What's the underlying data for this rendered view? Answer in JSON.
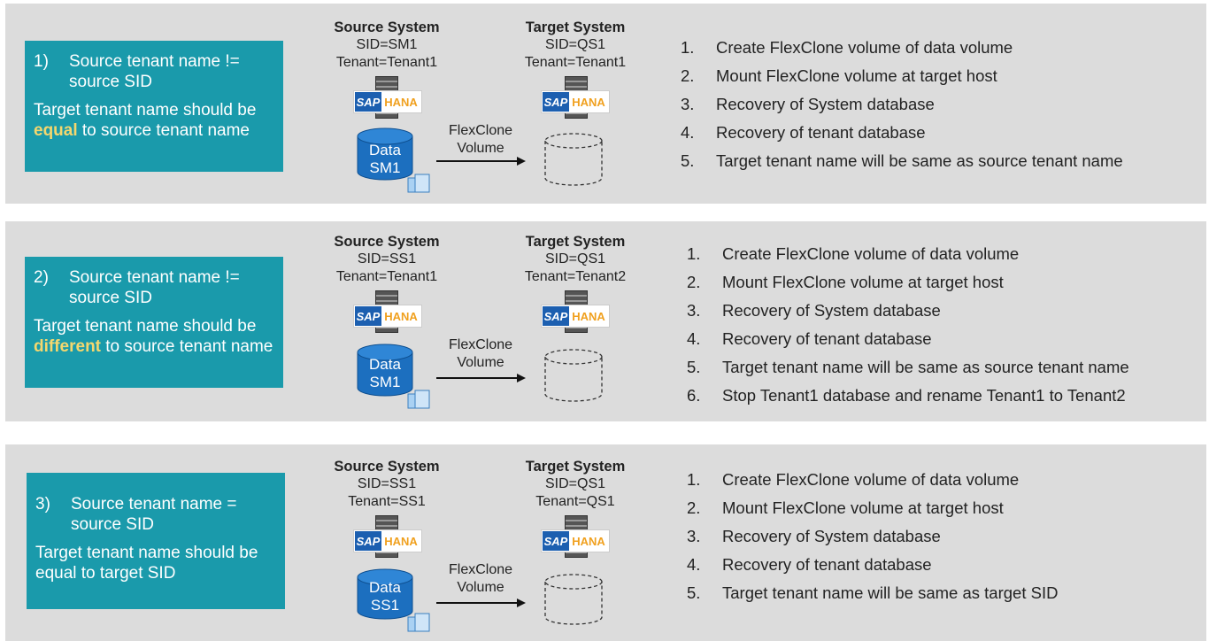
{
  "sap_logo": {
    "left": "SAP",
    "right": "HANA"
  },
  "scenarios": [
    {
      "box": {
        "number": "1)",
        "heading_lines": [
          "Source tenant name !=",
          "source SID"
        ],
        "sub_pre": "Target tenant name should be ",
        "sub_highlight": "equal",
        "sub_post": " to source tenant name"
      },
      "source": {
        "title": "Source System",
        "sid": "SID=SM1",
        "tenant": "Tenant=Tenant1",
        "db_line1": "Data",
        "db_line2": "SM1"
      },
      "target": {
        "title": "Target System",
        "sid": "SID=QS1",
        "tenant": "Tenant=Tenant1"
      },
      "arrow_label": [
        "FlexClone",
        "Volume"
      ],
      "steps": [
        {
          "n": "1.",
          "text": "Create FlexClone volume of data volume"
        },
        {
          "n": "2.",
          "text": "Mount FlexClone volume at target host"
        },
        {
          "n": "3.",
          "text": "Recovery of System database"
        },
        {
          "n": "4.",
          "text": "Recovery of tenant database"
        },
        {
          "n": "5.",
          "text": "Target tenant name will be same as source tenant name"
        }
      ]
    },
    {
      "box": {
        "number": "2)",
        "heading_lines": [
          "Source tenant name !=",
          "source SID"
        ],
        "sub_pre": "Target tenant name should be ",
        "sub_highlight": "different",
        "sub_post": " to source tenant name"
      },
      "source": {
        "title": "Source System",
        "sid": "SID=SS1",
        "tenant": "Tenant=Tenant1",
        "db_line1": "Data",
        "db_line2": "SM1"
      },
      "target": {
        "title": "Target System",
        "sid": "SID=QS1",
        "tenant": "Tenant=Tenant2"
      },
      "arrow_label": [
        "FlexClone",
        "Volume"
      ],
      "steps": [
        {
          "n": "1.",
          "text": "Create FlexClone volume of data volume"
        },
        {
          "n": "2.",
          "text": "Mount FlexClone volume at target host"
        },
        {
          "n": "3.",
          "text": "Recovery of System database"
        },
        {
          "n": "4.",
          "text": "Recovery of tenant database"
        },
        {
          "n": "5.",
          "text": "Target tenant name will be same as source tenant name"
        },
        {
          "n": "6.",
          "text": "Stop Tenant1 database and rename Tenant1 to Tenant2"
        }
      ]
    },
    {
      "box": {
        "number": "3)",
        "heading_lines": [
          "Source tenant name =",
          "source SID"
        ],
        "sub_pre": "Target tenant name should be equal to target SID",
        "sub_highlight": "",
        "sub_post": ""
      },
      "source": {
        "title": "Source System",
        "sid": "SID=SS1",
        "tenant": "Tenant=SS1",
        "db_line1": "Data",
        "db_line2": "SS1"
      },
      "target": {
        "title": "Target System",
        "sid": "SID=QS1",
        "tenant": "Tenant=QS1"
      },
      "arrow_label": [
        "FlexClone",
        "Volume"
      ],
      "steps": [
        {
          "n": "1.",
          "text": "Create FlexClone volume of data volume"
        },
        {
          "n": "2.",
          "text": "Mount FlexClone volume at target host"
        },
        {
          "n": "3.",
          "text": "Recovery of System database"
        },
        {
          "n": "4.",
          "text": "Recovery of tenant database"
        },
        {
          "n": "5.",
          "text": "Target tenant name will be same as target SID"
        }
      ]
    }
  ]
}
